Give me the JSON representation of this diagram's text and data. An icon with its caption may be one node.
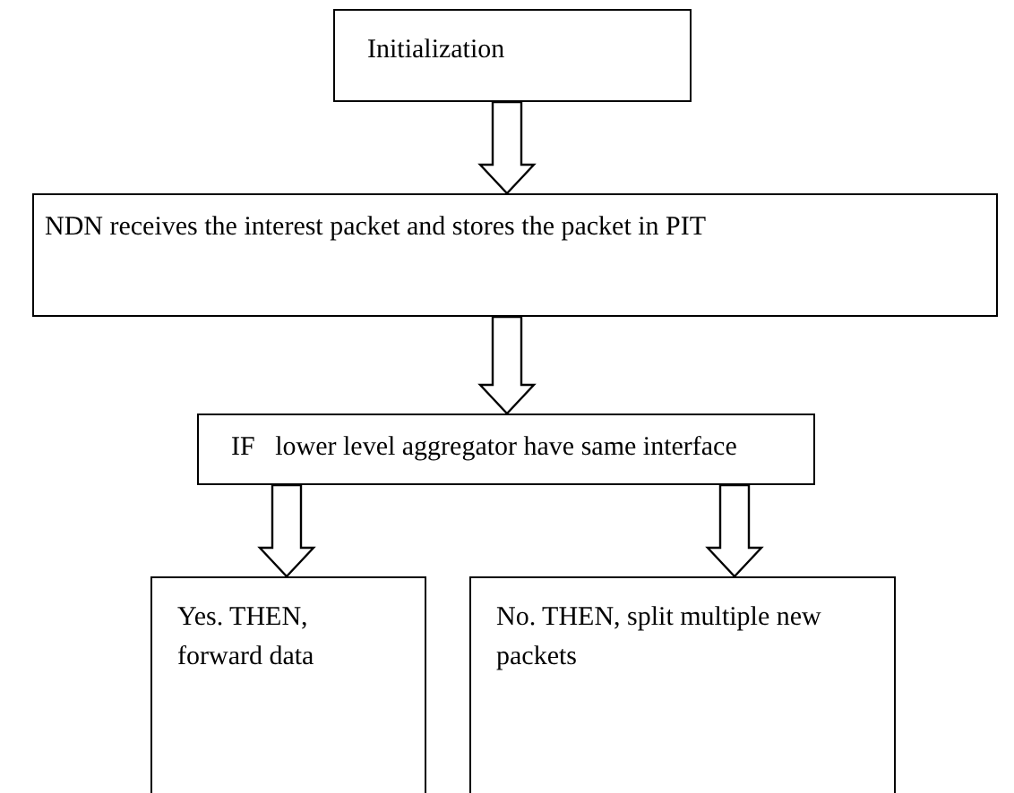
{
  "diagram": {
    "nodes": [
      {
        "text": [
          "Initialization"
        ]
      },
      {
        "text": [
          "NDN receives the interest packet and stores the packet in PIT"
        ]
      },
      {
        "text": [
          "IF   lower level aggregator have same interface"
        ]
      },
      {
        "text": [
          "Yes. THEN, forward data"
        ]
      },
      {
        "text": [
          "No. THEN, split multiple new packets"
        ]
      }
    ],
    "edges": [
      {
        "from": 0,
        "to": 1,
        "arrow": "to"
      },
      {
        "from": 1,
        "to": 2,
        "arrow": "to"
      },
      {
        "from": 2,
        "to": 3,
        "arrow": "to"
      },
      {
        "from": 2,
        "to": 4,
        "arrow": "to"
      }
    ]
  }
}
